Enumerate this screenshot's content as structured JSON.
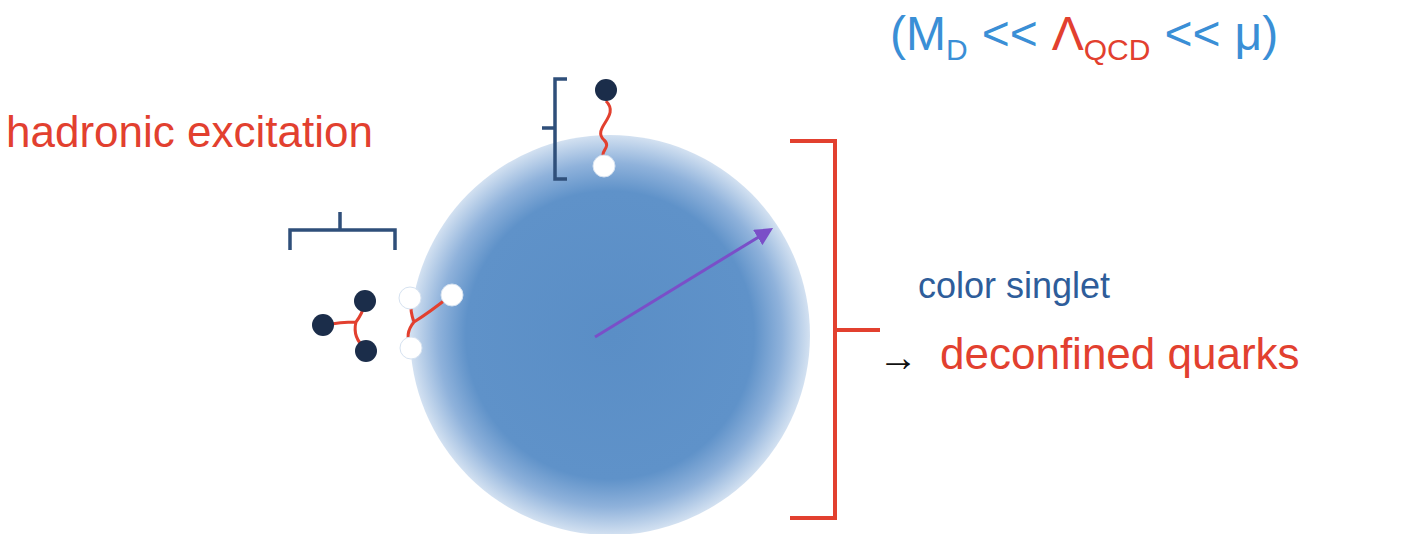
{
  "diagram": {
    "labels": [
      "(M",
      "D",
      "<<",
      "Λ",
      "QCD",
      "<<",
      "μ)",
      "hadronic excitation",
      "color singlet",
      "→",
      "deconfined quarks"
    ]
  }
}
